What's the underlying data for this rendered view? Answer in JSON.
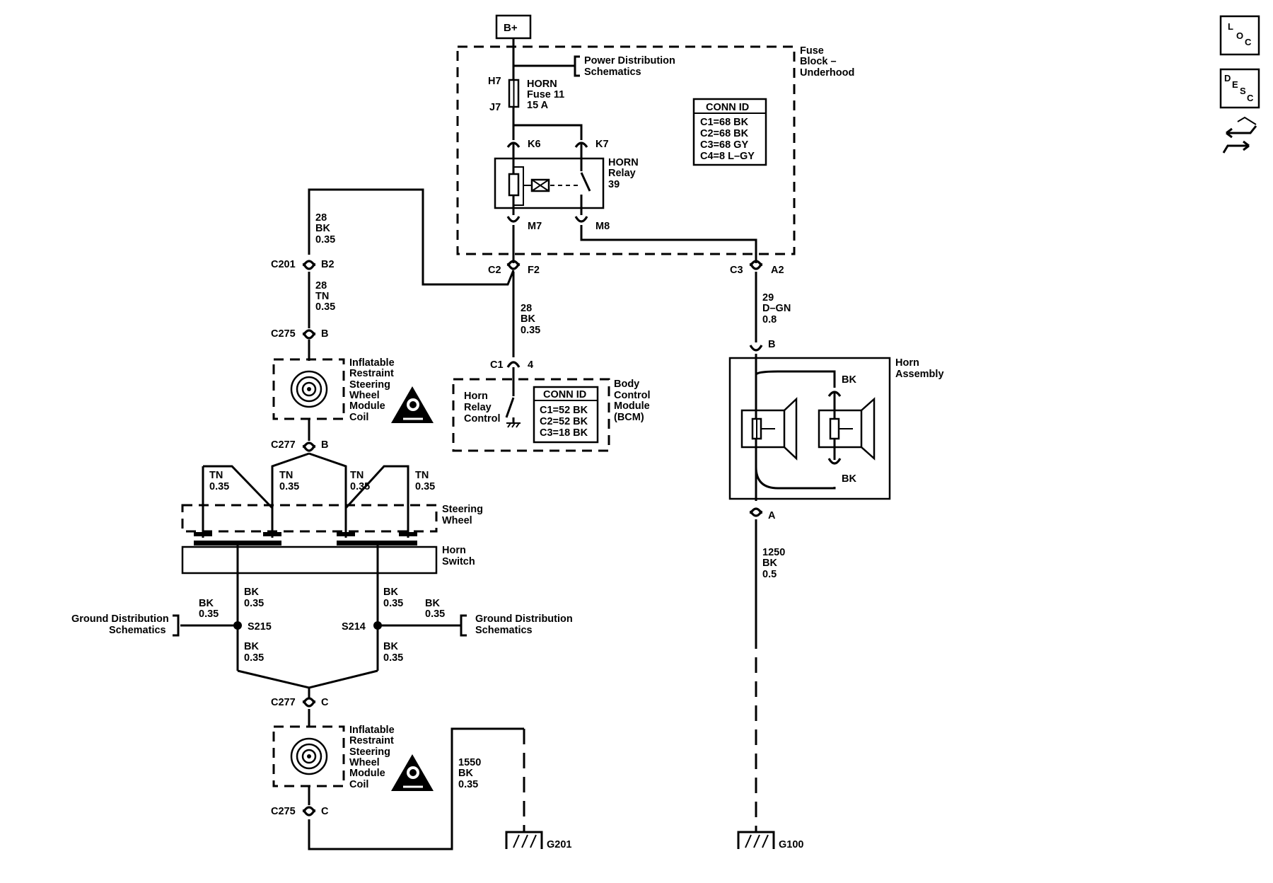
{
  "icons": {
    "loc": {
      "letters": [
        "L",
        "O",
        "C"
      ]
    },
    "desc": {
      "letters": [
        "D",
        "E",
        "S",
        "C"
      ]
    },
    "navigation": "two-way-arrows-icon"
  },
  "power": {
    "label": "B+"
  },
  "fuse_block": {
    "title": [
      "Fuse",
      "Block –",
      "Underhood"
    ],
    "power_dist": [
      "Power Distribution",
      "Schematics"
    ],
    "fuse": {
      "top_pin": "H7",
      "bottom_pin": "J7",
      "label": [
        "HORN",
        "Fuse 11",
        "15 A"
      ]
    },
    "relay": {
      "pins": {
        "k6": "K6",
        "k7": "K7",
        "m7": "M7",
        "m8": "M8"
      },
      "label": [
        "HORN",
        "Relay",
        "39"
      ]
    },
    "conn_id": {
      "title": "CONN ID",
      "rows": [
        "C1=68 BK",
        "C2=68 BK",
        "C3=68 GY",
        "C4=8 L–GY"
      ]
    }
  },
  "connectors": {
    "c2_f2": {
      "left": "C2",
      "right": "F2"
    },
    "c3_a2": {
      "left": "C3",
      "right": "A2"
    },
    "c1_4": {
      "left": "C1",
      "right": "4"
    },
    "c201_b2": {
      "left": "C201",
      "right": "B2"
    },
    "c275_b": {
      "left": "C275",
      "right": "B"
    },
    "c277_b": {
      "left": "C277",
      "right": "B"
    },
    "c277_c": {
      "left": "C277",
      "right": "C"
    },
    "c275_c": {
      "left": "C275",
      "right": "C"
    },
    "horn_b": {
      "right": "B"
    },
    "horn_a": {
      "right": "A"
    }
  },
  "wires": {
    "w28_bk_top": [
      "28",
      "BK",
      "0.35"
    ],
    "w28_tn": [
      "28",
      "TN",
      "0.35"
    ],
    "w28_bk_bcm": [
      "28",
      "BK",
      "0.35"
    ],
    "w29": [
      "29",
      "D–GN",
      "0.8"
    ],
    "w1250": [
      "1250",
      "BK",
      "0.5"
    ],
    "w1550": [
      "1550",
      "BK",
      "0.35"
    ],
    "tn1": [
      "TN",
      "0.35"
    ],
    "tn2": [
      "TN",
      "0.35"
    ],
    "tn3": [
      "TN",
      "0.35"
    ],
    "tn4": [
      "TN",
      "0.35"
    ],
    "bk_s215_up": [
      "BK",
      "0.35"
    ],
    "bk_s214_up": [
      "BK",
      "0.35"
    ],
    "bk_s215_left": [
      "BK",
      "0.35"
    ],
    "bk_s214_right": [
      "BK",
      "0.35"
    ],
    "bk_s215_down": [
      "BK",
      "0.35"
    ],
    "bk_s214_down": [
      "BK",
      "0.35"
    ],
    "horn_bk_top": "BK",
    "horn_bk_bottom": "BK"
  },
  "bcm": {
    "title": [
      "Body",
      "Control",
      "Module",
      "(BCM)"
    ],
    "control": [
      "Horn",
      "Relay",
      "Control"
    ],
    "conn_id": {
      "title": "CONN ID",
      "rows": [
        "C1=52 BK",
        "C2=52 BK",
        "C3=18 BK"
      ]
    }
  },
  "clockspring_upper": {
    "label": [
      "Inflatable",
      "Restraint",
      "Steering",
      "Wheel",
      "Module",
      "Coil"
    ]
  },
  "clockspring_lower": {
    "label": [
      "Inflatable",
      "Restraint",
      "Steering",
      "Wheel",
      "Module",
      "Coil"
    ]
  },
  "steering_wheel": {
    "label": [
      "Steering",
      "Wheel"
    ]
  },
  "horn_switch": {
    "label": [
      "Horn",
      "Switch"
    ]
  },
  "horn_assembly": {
    "label": [
      "Horn",
      "Assembly"
    ]
  },
  "splices": {
    "s215": "S215",
    "s214": "S214"
  },
  "ground_dist_left": [
    "Ground Distribution",
    "Schematics"
  ],
  "ground_dist_right": [
    "Ground Distribution",
    "Schematics"
  ],
  "grounds": {
    "g201": "G201",
    "g100": "G100"
  }
}
